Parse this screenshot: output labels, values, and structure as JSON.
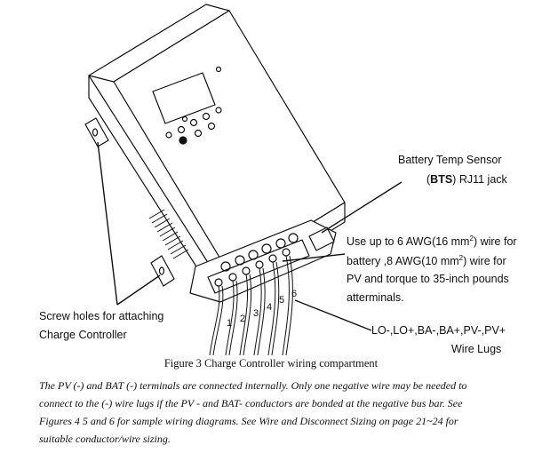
{
  "labels": {
    "bts_line1": "Battery Temp Sensor",
    "bts_bold": "BTS",
    "bts_rest": " RJ11 jack",
    "awg": {
      "l1_pre": "Use up to 6 AWG(16 mm",
      "l1_sup": "2",
      "l1_post": ") wire for",
      "l2_pre": "battery ,8 AWG(10 mm",
      "l2_sup": "2",
      "l2_post": ") wire for",
      "l3": "PV and torque to 35-inch pounds",
      "l4": "atterminals."
    },
    "screw_line1": "Screw holes for attaching",
    "screw_line2": "Charge Controller",
    "lugs_line1": "LO-,LO+,BA-,BA+,PV-,PV+",
    "lugs_line2": "Wire Lugs"
  },
  "wire_numbers": [
    "1",
    "2",
    "3",
    "4",
    "5",
    "6"
  ],
  "caption": "Figure 3 Charge Controller wiring compartment",
  "paragraph": [
    "The PV (-) and BAT (-) terminals are connected internally. Only one negative wire may be needed to",
    "connect to the (-) wire lugs if the PV - and BAT- conductors are bonded at the negative bus bar. See",
    "Figures 4 5 and 6 for sample wiring diagrams. See Wire and Disconnect Sizing on page 21~24 for",
    "suitable conductor/wire sizing."
  ]
}
